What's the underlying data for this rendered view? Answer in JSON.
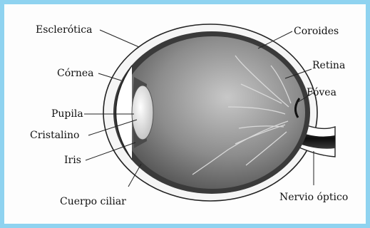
{
  "colors": {
    "border": "#8fd3f0",
    "sclera": "#5a5a5a",
    "choroid": "#2e2e2e",
    "lens": "#e8e8e8",
    "nerve": "#1f1f1f"
  },
  "labels": {
    "esclerotica": "Esclerótica",
    "cornea": "Córnea",
    "pupila": "Pupila",
    "cristalino": "Cristalino",
    "iris": "Iris",
    "cuerpo_ciliar": "Cuerpo ciliar",
    "coroides": "Coroides",
    "retina": "Retina",
    "fovea": "Fóvea",
    "nervio_optico": "Nervio óptico"
  }
}
